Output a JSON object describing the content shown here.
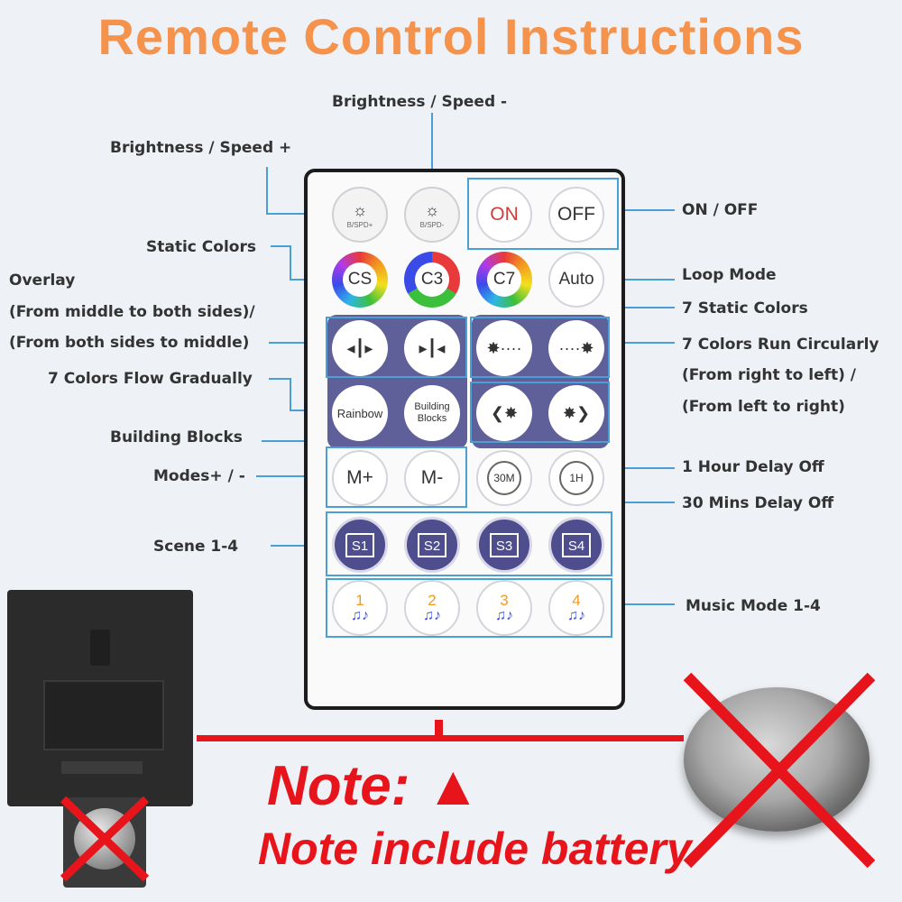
{
  "title": "Remote Control Instructions",
  "labels": {
    "brightness_minus": "Brightness / Speed -",
    "brightness_plus": "Brightness / Speed +",
    "on_off": "ON / OFF",
    "static_colors": "Static Colors",
    "loop_mode": "Loop Mode",
    "overlay_1": "Overlay",
    "overlay_2": "(From middle to both sides)/",
    "overlay_3": "(From both sides to middle)",
    "seven_static": "7 Static Colors",
    "run_1": "7 Colors Run Circularly",
    "run_2": "(From right to left) /",
    "run_3": "(From left to right)",
    "flow": "7 Colors Flow Gradually",
    "building_blocks": "Building Blocks",
    "modes": "Modes+ / -",
    "one_hour": "1 Hour Delay Off",
    "thirty_mins": "30 Mins Delay Off",
    "scene": "Scene 1-4",
    "music": "Music Mode 1-4"
  },
  "buttons": {
    "bspd_plus": {
      "sub": "B/SPD+"
    },
    "bspd_minus": {
      "sub": "B/SPD-"
    },
    "on": "ON",
    "off": "OFF",
    "cs": "CS",
    "c3": "C3",
    "c7": "C7",
    "auto": "Auto",
    "rainbow": "Rainbow",
    "building": "Building Blocks",
    "m_plus": "M+",
    "m_minus": "M-",
    "t30": "30M",
    "t1h": "1H",
    "s1": "S1",
    "s2": "S2",
    "s3": "S3",
    "s4": "S4",
    "music1": "1",
    "music2": "2",
    "music3": "3",
    "music4": "4"
  },
  "note": {
    "heading": "Note: ▲",
    "text": "Note include battery"
  },
  "colors": {
    "title": "#f5924c",
    "note": "#e8141b",
    "leader": "#4a9fd4",
    "panel": "#5f5f9a",
    "scene": "#4e4d8e"
  }
}
